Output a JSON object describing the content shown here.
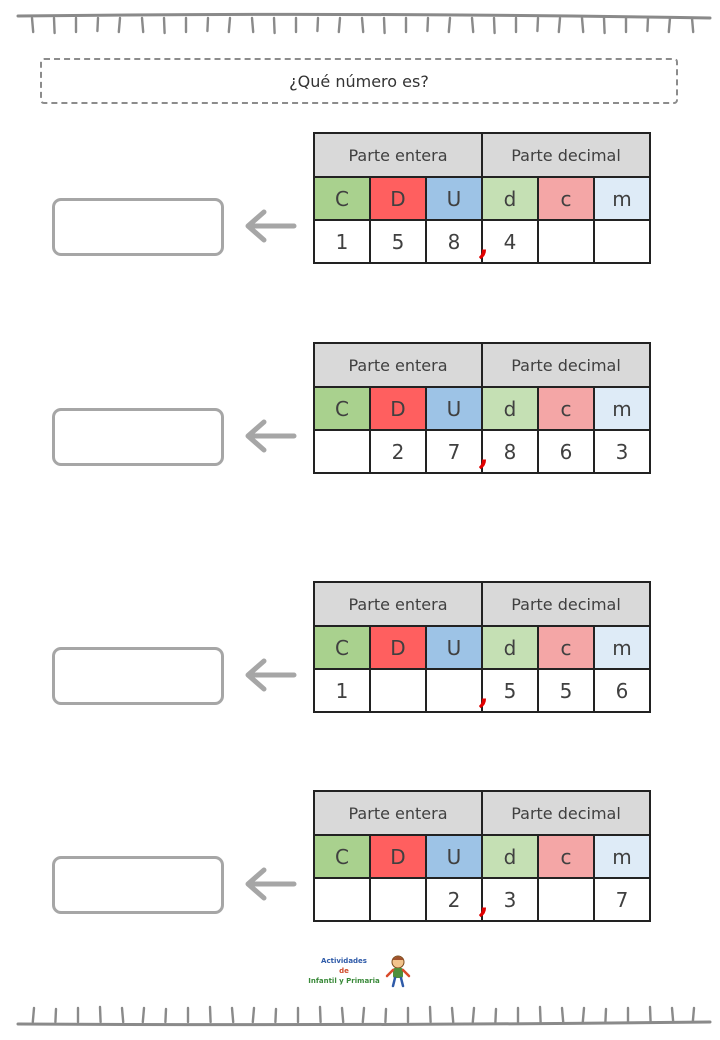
{
  "worksheet": {
    "title": "¿Qué número es?",
    "header_left": "Parte entera",
    "header_right": "Parte decimal",
    "columns": [
      "C",
      "D",
      "U",
      "d",
      "c",
      "m"
    ],
    "decimal_separator": ",",
    "exercises": [
      {
        "digits": [
          "1",
          "5",
          "8",
          "4",
          "",
          ""
        ]
      },
      {
        "digits": [
          "",
          "2",
          "7",
          "8",
          "6",
          "3"
        ]
      },
      {
        "digits": [
          "1",
          "",
          "",
          "5",
          "5",
          "6"
        ]
      },
      {
        "digits": [
          "",
          "",
          "2",
          "3",
          "",
          "7"
        ]
      }
    ]
  },
  "logo": {
    "line1": "Actividades",
    "line2": "de",
    "line3": "Infantil y Primaria"
  },
  "colors": {
    "C": "#a9d18e",
    "D": "#ff5f5f",
    "U": "#9dc3e6",
    "d": "#c5e0b4",
    "c": "#f4a6a6",
    "m": "#deebf7",
    "comma": "#e00000"
  }
}
